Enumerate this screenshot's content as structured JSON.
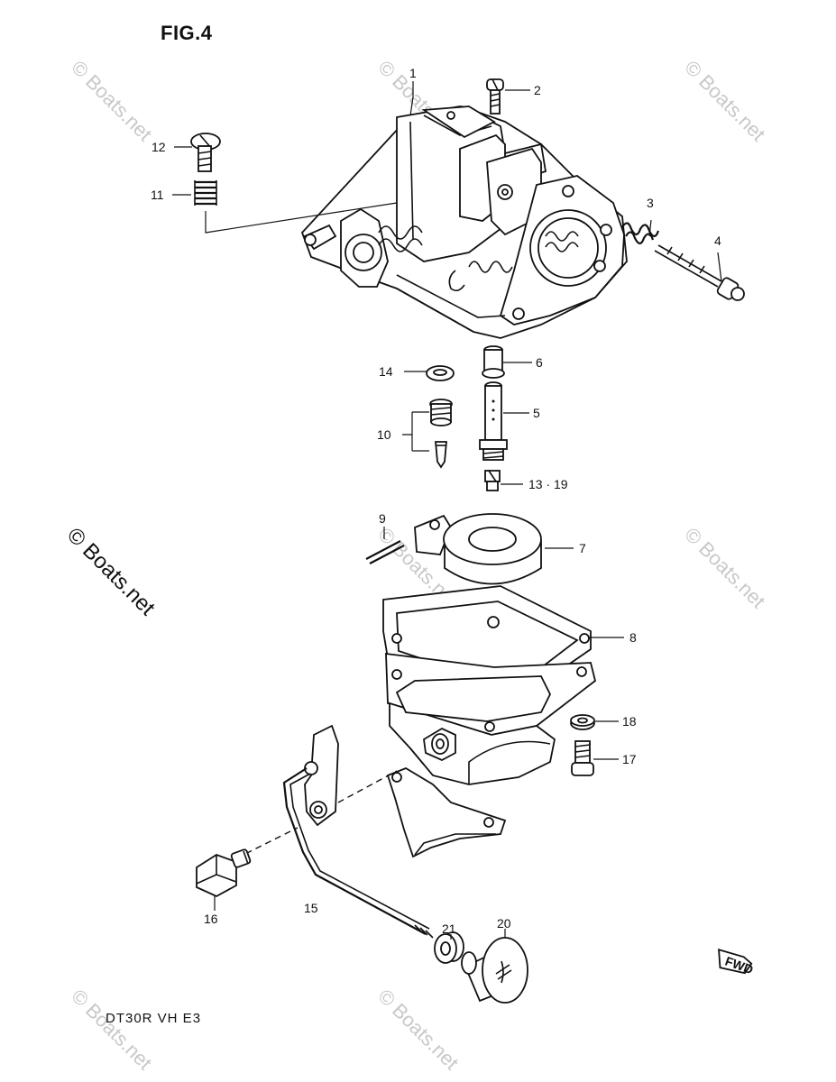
{
  "figure": {
    "title": "FIG.4",
    "model_code": "DT30R VH E3"
  },
  "watermarks": [
    "© Boats.net",
    "© Boats.net",
    "© Boats.net",
    "© Boats.net",
    "© Boats.net",
    "© Boats.net",
    "© Boats.net",
    "© Boats.net"
  ],
  "callouts": {
    "p1": "1",
    "p2": "2",
    "p3": "3",
    "p4": "4",
    "p5": "5",
    "p6": "6",
    "p7": "7",
    "p8": "8",
    "p9": "9",
    "p10": "10",
    "p11": "11",
    "p12": "12",
    "p13_19": "13 · 19",
    "p14": "14",
    "p15": "15",
    "p16": "16",
    "p17": "17",
    "p18": "18",
    "p20": "20",
    "p21": "21"
  },
  "direction_badge": "FWD"
}
